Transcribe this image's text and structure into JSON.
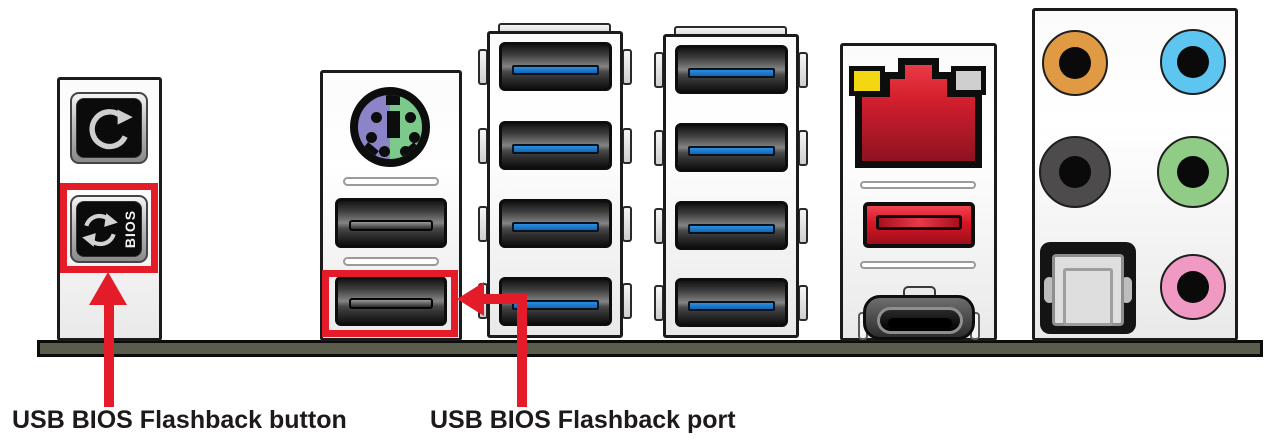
{
  "annotations": {
    "button_label": "USB BIOS Flashback button",
    "port_label": "USB BIOS Flashback port"
  },
  "buttons": {
    "clr_cmos": {
      "icon": "clockwise-circular-arrow-icon"
    },
    "bios_flashback": {
      "icon": "refresh-arrows-icon",
      "text": "BIOS"
    }
  },
  "panels": {
    "button_panel": {
      "buttons": 2
    },
    "ps2_panel": {
      "connector": "PS/2 keyboard-mouse combo",
      "usb2_ports": 2
    },
    "usb3_stack_1": {
      "usb3_ports": 4
    },
    "usb3_stack_2": {
      "usb3_ports": 4
    },
    "lan_panel": {
      "ethernet": "RJ45 LAN",
      "leds": [
        "yellow",
        "gray"
      ],
      "usb31_red_ports": 1,
      "usb_type_c_ports": 1
    },
    "audio_panel": {
      "jacks": [
        "orange",
        "light-blue",
        "black",
        "green",
        "pink"
      ],
      "optical_spdif_out": true
    }
  },
  "colors": {
    "highlight_red": "#e41c2a",
    "usb3_blue": "#1f7fd0",
    "ps2_purple": "#8b84c9",
    "ps2_green": "#7cc98c",
    "lan_red": "#d41f2f",
    "led_yellow": "#f3d713",
    "led_gray": "#cfcfcf",
    "audio_orange": "#df9a43",
    "audio_light_blue": "#5ec4f0",
    "audio_black": "#4e4b4c",
    "audio_green": "#90cc85",
    "audio_pink": "#f09ac3",
    "board_edge_olive": "#5a5d4c"
  }
}
